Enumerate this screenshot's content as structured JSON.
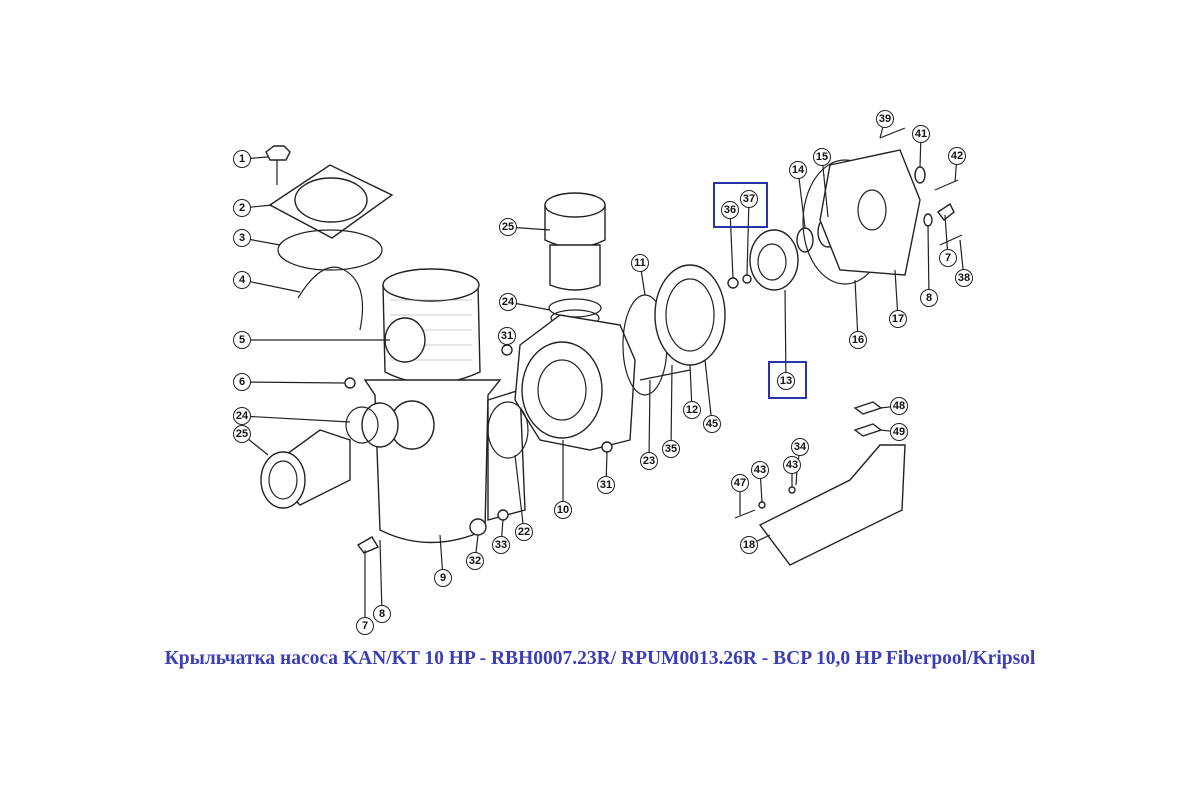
{
  "caption": "Крыльчатка насоса KAN/KT 10 HP - RBH0007.23R/ RPUM0013.26R - BCP 10,0 HP Fiberpool/Kripsol",
  "callouts": [
    "1",
    "2",
    "3",
    "4",
    "5",
    "6",
    "24",
    "25",
    "7",
    "8",
    "9",
    "32",
    "33",
    "22",
    "10",
    "31",
    "23",
    "35",
    "45",
    "12",
    "11",
    "24",
    "25",
    "31",
    "36",
    "37",
    "14",
    "15",
    "39",
    "41",
    "42",
    "7",
    "8",
    "38",
    "17",
    "16",
    "13",
    "48",
    "49",
    "34",
    "43",
    "43",
    "47",
    "18"
  ],
  "highlighted_parts": [
    "36",
    "37",
    "13"
  ],
  "colors": {
    "caption": "#3a3fb5",
    "highlight": "#2b33a8"
  }
}
